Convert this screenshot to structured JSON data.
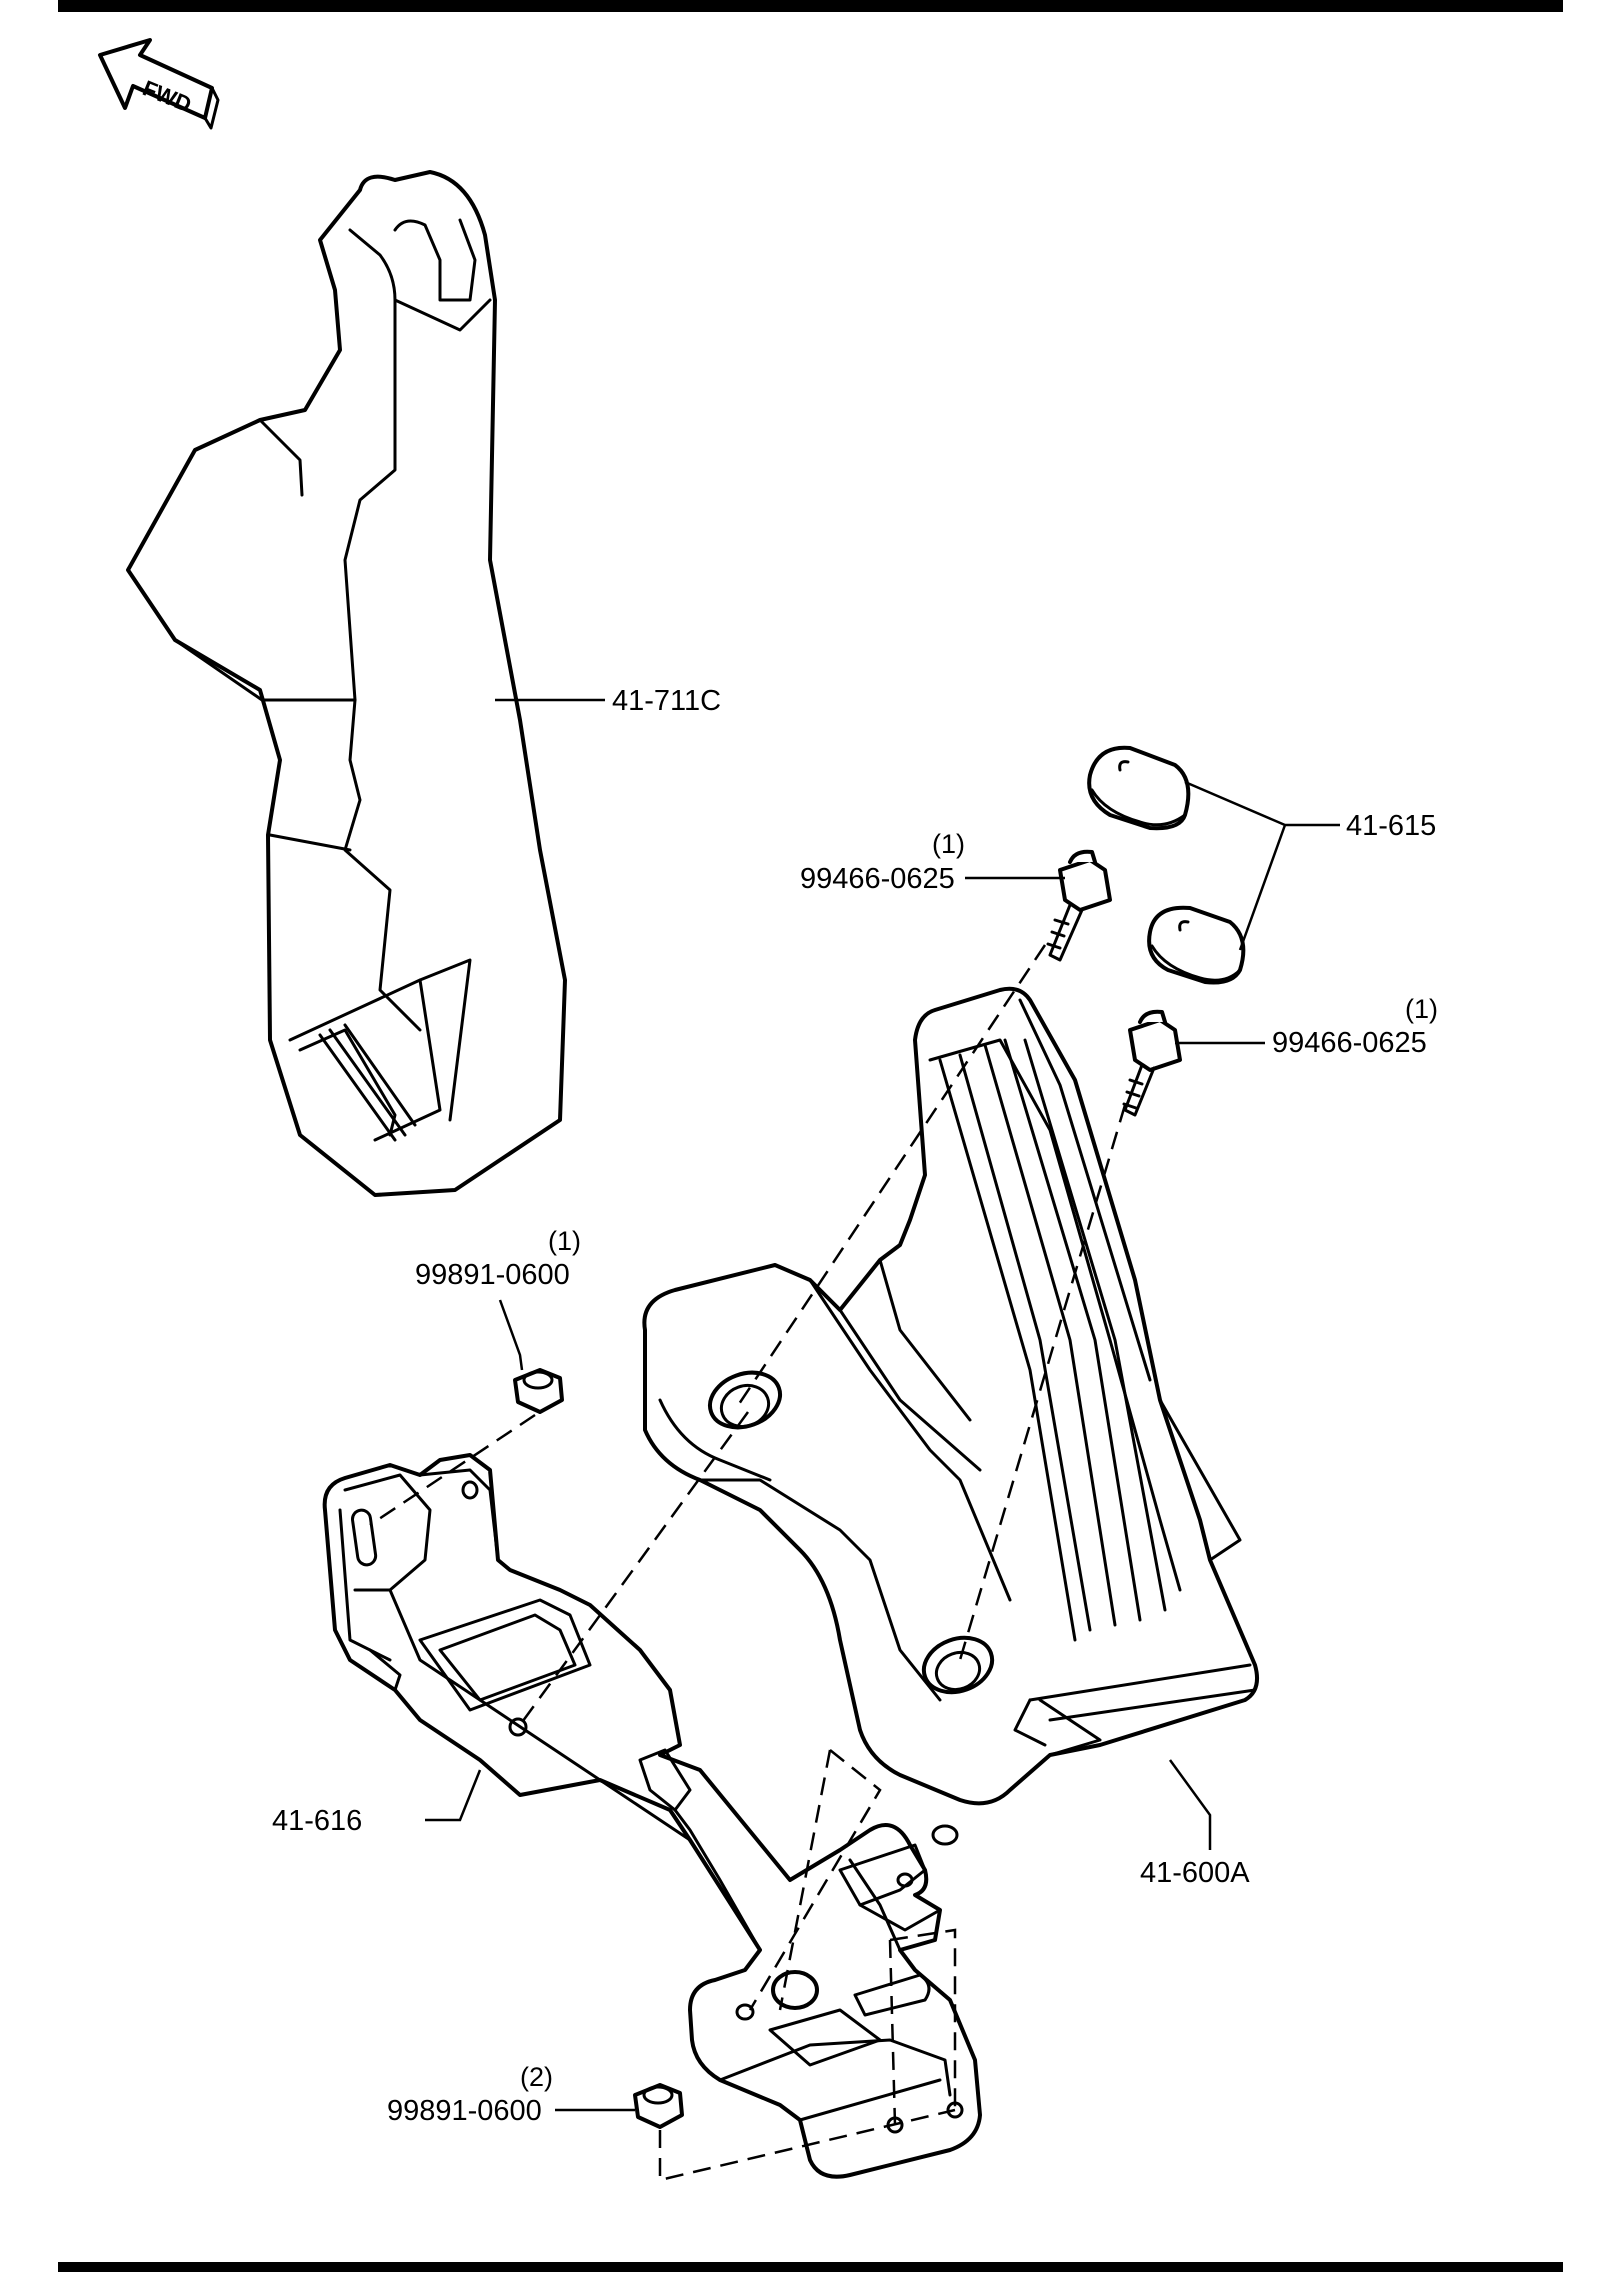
{
  "diagram": {
    "fwd_label": "FWD",
    "callouts": [
      {
        "id": "upper_cover",
        "part": "41-711C",
        "qty": ""
      },
      {
        "id": "pad_a",
        "part": "41-615",
        "qty": ""
      },
      {
        "id": "bolt_a",
        "part": "99466-0625",
        "qty": "(1)"
      },
      {
        "id": "bolt_b",
        "part": "99466-0625",
        "qty": "(1)"
      },
      {
        "id": "nut_a",
        "part": "99891-0600",
        "qty": "(1)"
      },
      {
        "id": "bracket",
        "part": "41-616",
        "qty": ""
      },
      {
        "id": "pedal",
        "part": "41-600A",
        "qty": ""
      },
      {
        "id": "nut_b",
        "part": "99891-0600",
        "qty": "(2)"
      }
    ]
  }
}
